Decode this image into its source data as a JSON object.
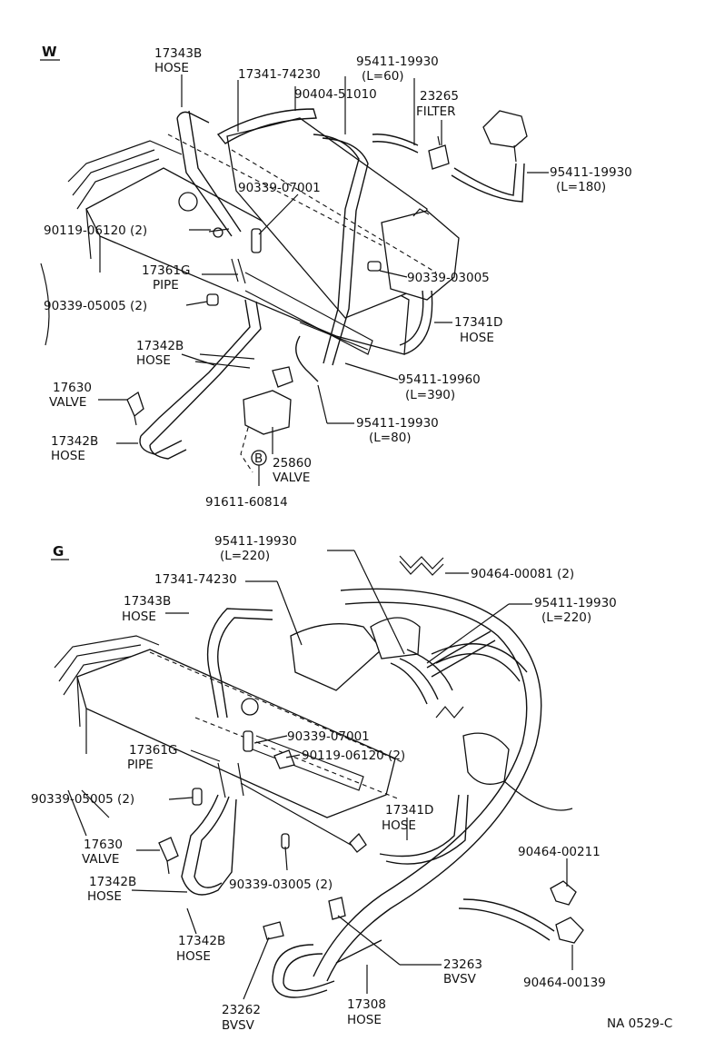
{
  "sections": {
    "w": "W",
    "g": "G"
  },
  "footer": {
    "code": "NA 0529-C"
  },
  "w": {
    "hose_17343b": {
      "num": "17343B",
      "name": "HOSE"
    },
    "pipe_17341_74230": {
      "num": "17341-74230"
    },
    "hose_95411_19930_l60": {
      "num": "95411-19930",
      "len": "(L=60)"
    },
    "clamp_90404_51010": {
      "num": "90404-51010"
    },
    "filter_23265": {
      "num": "23265",
      "name": "FILTER"
    },
    "hose_95411_19930_l180": {
      "num": "95411-19930",
      "len": "(L=180)"
    },
    "plug_90339_07001": {
      "num": "90339-07001"
    },
    "union_90119_06120": {
      "num": "90119-06120 (2)"
    },
    "pipe_17361g": {
      "num": "17361G",
      "name": "PIPE"
    },
    "plug_90339_03005": {
      "num": "90339-03005"
    },
    "plug_90339_05005": {
      "num": "90339-05005 (2)"
    },
    "hose_17341d": {
      "num": "17341D",
      "name": "HOSE"
    },
    "hose_17342b_a": {
      "num": "17342B",
      "name": "HOSE"
    },
    "hose_95411_19960": {
      "num": "95411-19960",
      "len": "(L=390)"
    },
    "valve_17630": {
      "num": "17630",
      "name": "VALVE"
    },
    "hose_95411_19930_l80": {
      "num": "95411-19930",
      "len": "(L=80)"
    },
    "hose_17342b_b": {
      "num": "17342B",
      "name": "HOSE"
    },
    "valve_25860": {
      "num": "25860",
      "name": "VALVE"
    },
    "bolt_marker": {
      "text": "B"
    },
    "bolt_91611_60814": {
      "num": "91611-60814"
    }
  },
  "g": {
    "hose_95411_19930_l220_a": {
      "num": "95411-19930",
      "len": "(L=220)"
    },
    "clamp_90464_00081": {
      "num": "90464-00081 (2)"
    },
    "pipe_17341_74230": {
      "num": "17341-74230"
    },
    "hose_95411_19930_l220_b": {
      "num": "95411-19930",
      "len": "(L=220)"
    },
    "hose_17343b": {
      "num": "17343B",
      "name": "HOSE"
    },
    "plug_90339_07001": {
      "num": "90339-07001"
    },
    "pipe_17361g": {
      "num": "17361G",
      "name": "PIPE"
    },
    "union_90119_06120": {
      "num": "90119-06120 (2)"
    },
    "plug_90339_05005": {
      "num": "90339-05005 (2)"
    },
    "hose_17341d": {
      "num": "17341D",
      "name": "HOSE"
    },
    "valve_17630": {
      "num": "17630",
      "name": "VALVE"
    },
    "clamp_90464_00211": {
      "num": "90464-00211"
    },
    "hose_17342b_a": {
      "num": "17342B",
      "name": "HOSE"
    },
    "plug_90339_03005": {
      "num": "90339-03005 (2)"
    },
    "hose_17342b_b": {
      "num": "17342B",
      "name": "HOSE"
    },
    "bvsv_23263": {
      "num": "23263",
      "name": "BVSV"
    },
    "clamp_90464_00139": {
      "num": "90464-00139"
    },
    "bvsv_23262": {
      "num": "23262",
      "name": "BVSV"
    },
    "hose_17308": {
      "num": "17308",
      "name": "HOSE"
    }
  }
}
